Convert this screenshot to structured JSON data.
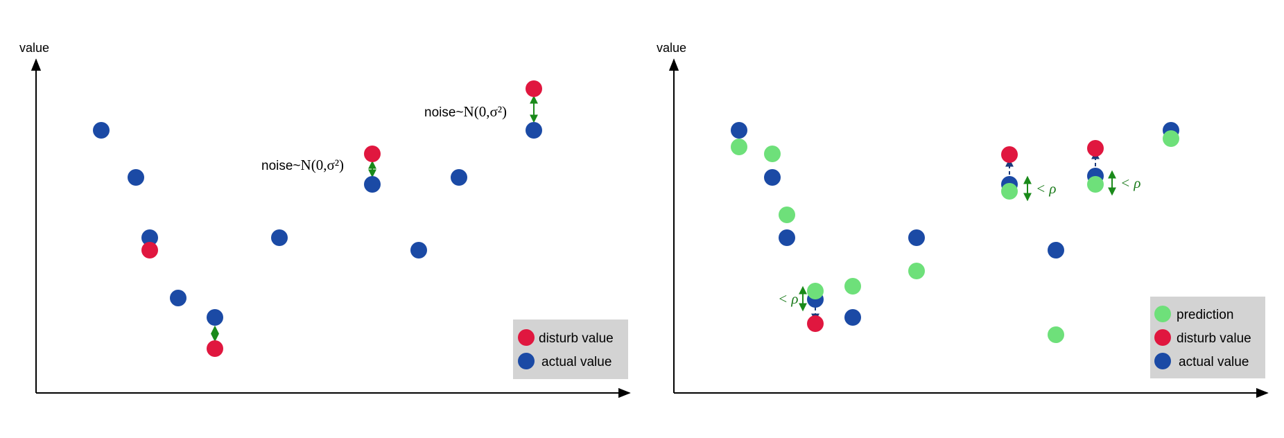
{
  "colors": {
    "actual": "#1b4aa5",
    "disturb": "#e0173f",
    "prediction": "#6ee07a",
    "arrow_green": "#1a8a1a",
    "arrow_navy": "#1b3a7a",
    "legend_bg": "#d3d3d3",
    "axis": "#000000"
  },
  "left": {
    "ylabel": "value",
    "legend": {
      "disturb": "disturb value",
      "actual": "actual value"
    },
    "noise_label_a": {
      "prefix": "noise~",
      "formula": "N(0,σ²)"
    },
    "noise_label_b": {
      "prefix": "noise~",
      "formula": "N(0,σ²)"
    }
  },
  "right": {
    "ylabel": "value",
    "legend": {
      "prediction": "prediction",
      "disturb": "disturb value",
      "actual": "actual value"
    },
    "rho_label": "< ρ"
  },
  "chart_data": [
    {
      "type": "scatter",
      "panel": "left",
      "ylabel": "value",
      "grid": false,
      "legend_position": "bottom-right",
      "series": [
        {
          "name": "actual value",
          "points": [
            [
              1,
              8.4
            ],
            [
              2,
              7.0
            ],
            [
              3,
              5.2
            ],
            [
              4,
              3.8
            ],
            [
              5,
              3.2
            ],
            [
              6,
              5.2
            ],
            [
              7,
              6.1
            ],
            [
              8,
              4.8
            ],
            [
              9,
              7.0
            ],
            [
              10,
              8.4
            ]
          ]
        },
        {
          "name": "disturb value",
          "points": [
            [
              3,
              4.8
            ],
            [
              5,
              2.3
            ],
            [
              7,
              7.0
            ],
            [
              10,
              9.6
            ]
          ]
        }
      ],
      "annotations": [
        "noise~N(0,σ²)",
        "noise~N(0,σ²)"
      ]
    },
    {
      "type": "scatter",
      "panel": "right",
      "ylabel": "value",
      "grid": false,
      "legend_position": "bottom-right",
      "series": [
        {
          "name": "actual value",
          "points": [
            [
              1,
              8.4
            ],
            [
              2,
              7.0
            ],
            [
              3,
              5.2
            ],
            [
              4,
              3.6
            ],
            [
              5,
              3.2
            ],
            [
              6,
              5.2
            ],
            [
              7,
              6.1
            ],
            [
              8,
              4.8
            ],
            [
              9,
              6.3
            ],
            [
              10,
              8.4
            ]
          ]
        },
        {
          "name": "disturb value",
          "points": [
            [
              4,
              2.9
            ],
            [
              7,
              7.1
            ],
            [
              9,
              7.3
            ]
          ]
        },
        {
          "name": "prediction",
          "points": [
            [
              1,
              7.9
            ],
            [
              2,
              7.7
            ],
            [
              2.4,
              5.9
            ],
            [
              4,
              3.8
            ],
            [
              5,
              4.0
            ],
            [
              6,
              4.2
            ],
            [
              7,
              5.9
            ],
            [
              8,
              2.6
            ],
            [
              9,
              6.1
            ],
            [
              10,
              8.2
            ]
          ]
        }
      ],
      "annotations": [
        "< ρ",
        "< ρ",
        "< ρ"
      ]
    }
  ]
}
